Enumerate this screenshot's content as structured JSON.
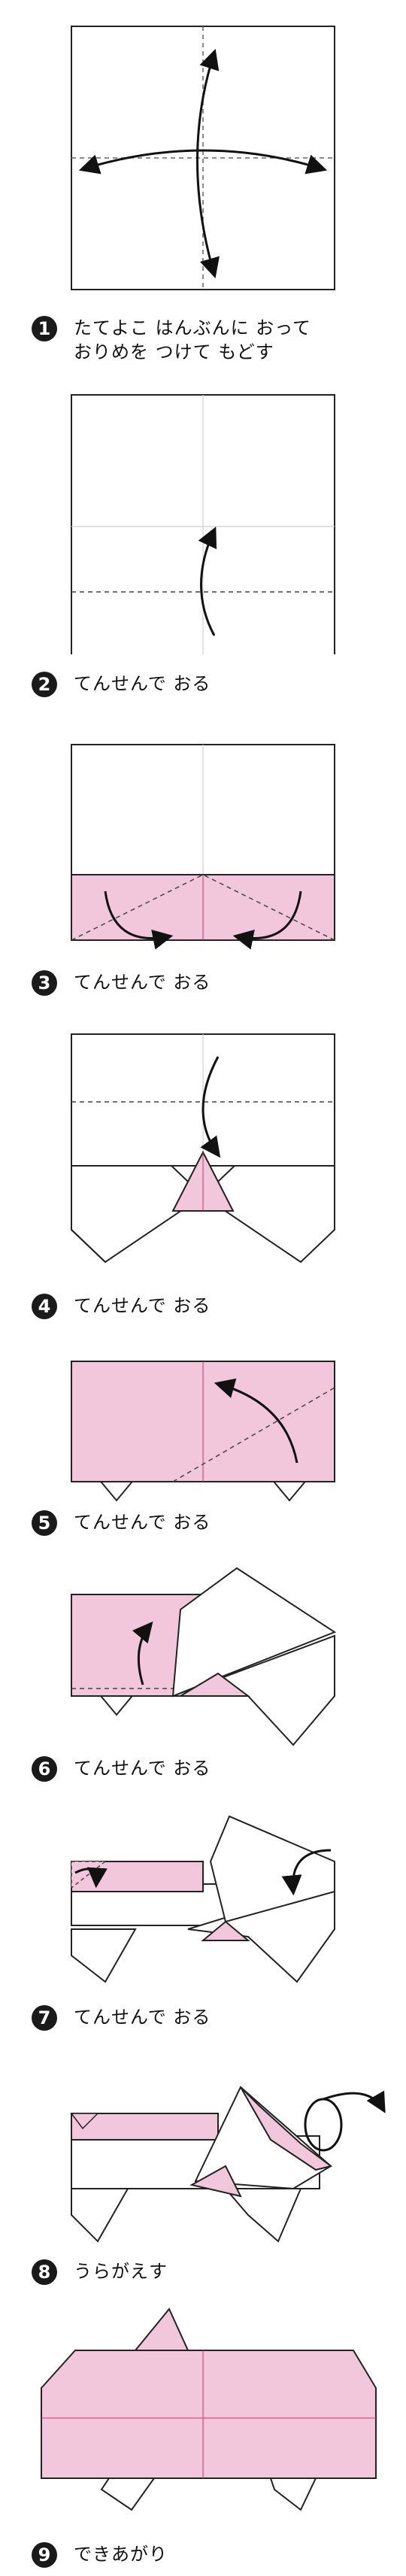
{
  "colors": {
    "pink": "#f3c7db",
    "fold_line": "#d6326e",
    "crease": "#bdbdbd",
    "outline": "#222222"
  },
  "steps": [
    {
      "number": "1",
      "lines": [
        "たてよこ はんぶんに おって",
        "おりめを つけて もどす"
      ]
    },
    {
      "number": "2",
      "lines": [
        "てんせんで おる"
      ]
    },
    {
      "number": "3",
      "lines": [
        "てんせんで おる"
      ]
    },
    {
      "number": "4",
      "lines": [
        "てんせんで おる"
      ]
    },
    {
      "number": "5",
      "lines": [
        "てんせんで おる"
      ]
    },
    {
      "number": "6",
      "lines": [
        "てんせんで おる"
      ]
    },
    {
      "number": "7",
      "lines": [
        "てんせんで おる"
      ]
    },
    {
      "number": "8",
      "lines": [
        "うらがえす"
      ]
    },
    {
      "number": "9",
      "lines": [
        "できあがり"
      ]
    }
  ]
}
